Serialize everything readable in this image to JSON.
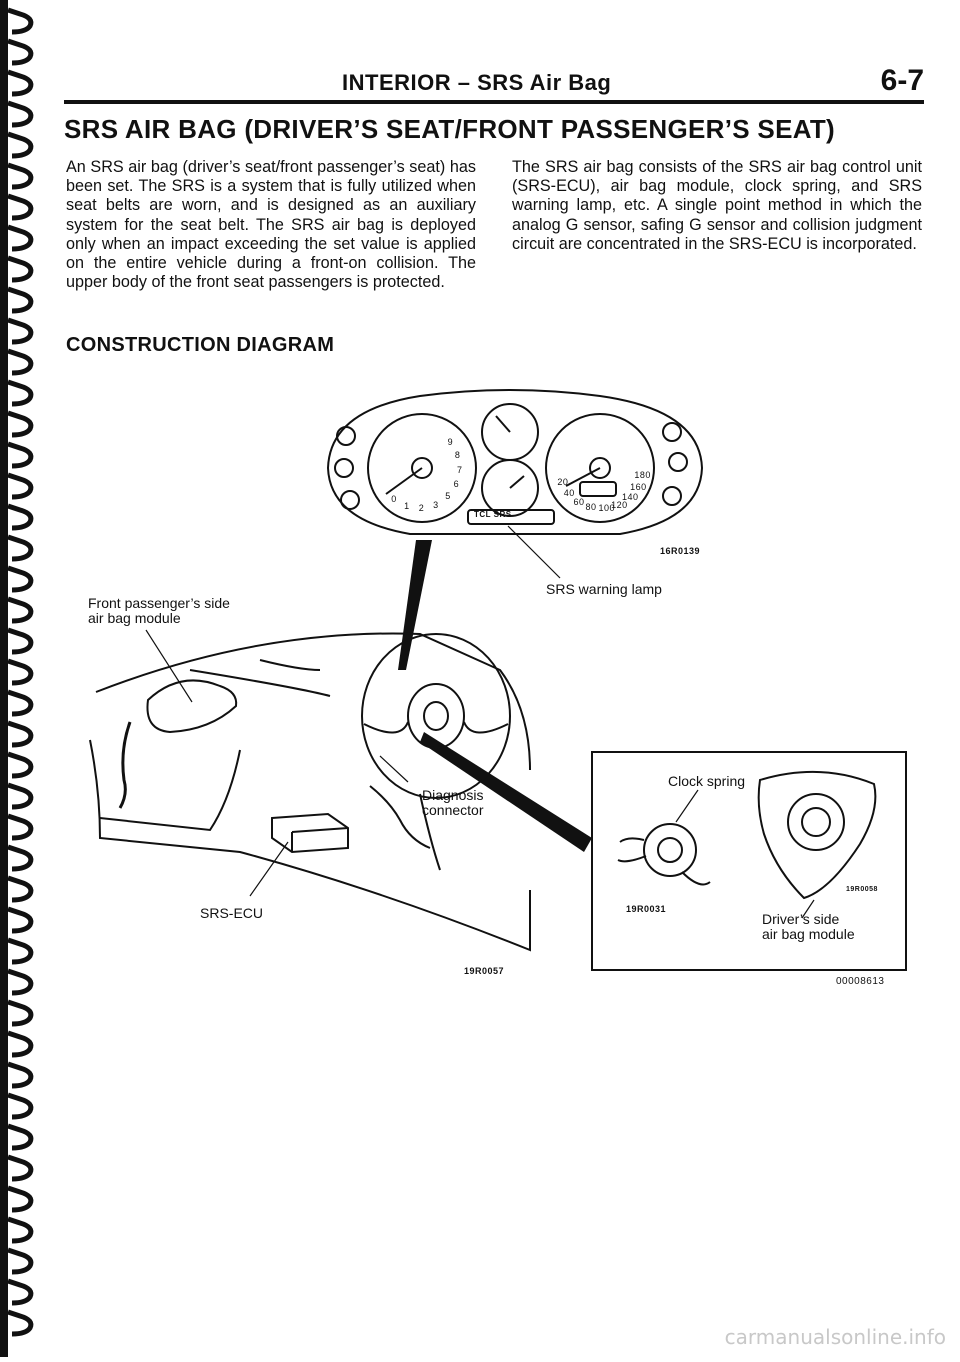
{
  "header": {
    "section": "INTERIOR – SRS Air Bag",
    "page_number": "6-7"
  },
  "title": "SRS AIR BAG (DRIVER’S SEAT/FRONT PASSENGER’S SEAT)",
  "paragraphs": {
    "left": "An SRS air bag (driver’s seat/front passenger’s seat) has been set. The SRS is a system that is fully utilized when seat belts are worn, and is designed as an auxiliary system for the seat belt. The SRS air bag is deployed only when an impact exceeding the set value is applied on the entire vehicle during a front-on collision. The upper body of the front seat passengers is protected.",
    "right": "The SRS air bag consists of the SRS air bag control unit (SRS-ECU), air bag module, clock spring, and SRS warning lamp, etc. A single point method in which the analog G sensor, safing G sensor and collision judgment circuit are concentrated in the SRS-ECU is incorporated."
  },
  "section_title": "CONSTRUCTION DIAGRAM",
  "diagram": {
    "labels": {
      "warning_lamp": "SRS warning lamp",
      "passenger_module": "Front passenger’s side\nair bag module",
      "diagnosis": "Diagnosis\nconnector",
      "ecu": "SRS-ECU",
      "clock_spring": "Clock spring",
      "driver_module": "Driver’s side\nair bag module"
    },
    "codes": {
      "cluster": "16R0139",
      "main": "19R0057",
      "clock": "19R0031",
      "driver": "19R0058",
      "figure": "00008613"
    },
    "gauges": {
      "tach_numbers": [
        "0",
        "1",
        "2",
        "3",
        "5",
        "6",
        "7",
        "8",
        "9"
      ],
      "speed_numbers": [
        "20",
        "40",
        "60",
        "80",
        "100",
        "120",
        "140",
        "160",
        "180"
      ],
      "indicator_bar": "TCL   SRS"
    }
  },
  "watermark": "carmanualsonline.info"
}
